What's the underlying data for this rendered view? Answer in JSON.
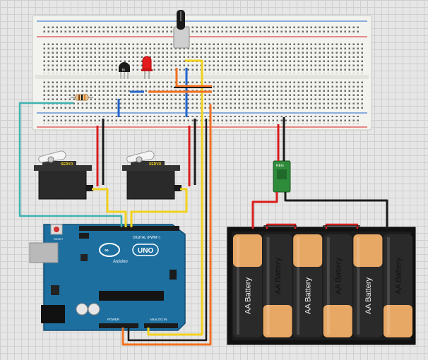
{
  "arduino": {
    "logo_text": "UNO",
    "brand_text": "Arduino",
    "reset_label": "RESET",
    "digital_label": "DIGITAL (PWM~)",
    "power_label": "POWER",
    "analog_label": "ANALOG IN"
  },
  "servos": [
    {
      "label": "SERVO"
    },
    {
      "label": "SERVO"
    }
  ],
  "batteries": [
    {
      "label": "AA Battery"
    },
    {
      "label": "AA Battery"
    },
    {
      "label": "AA Battery"
    },
    {
      "label": "AA Battery"
    },
    {
      "label": "AA Battery"
    },
    {
      "label": "AA Battery"
    }
  ],
  "regulator": {
    "label": "REG"
  },
  "transistor": {
    "label": "N"
  },
  "colors": {
    "board_blue": "#1d6fa0",
    "breadboard": "#f2f2ee",
    "wire_red": "#d81e1e",
    "wire_black": "#1a1a1a",
    "wire_yellow": "#f2d21c",
    "wire_orange": "#f07020",
    "wire_teal": "#3fb3b0",
    "wire_blue": "#2266cc",
    "battery_tan": "#e8a865",
    "battery_black": "#2a2a2a",
    "regulator_green": "#2e8b3a",
    "led_red": "#e21c1c"
  }
}
